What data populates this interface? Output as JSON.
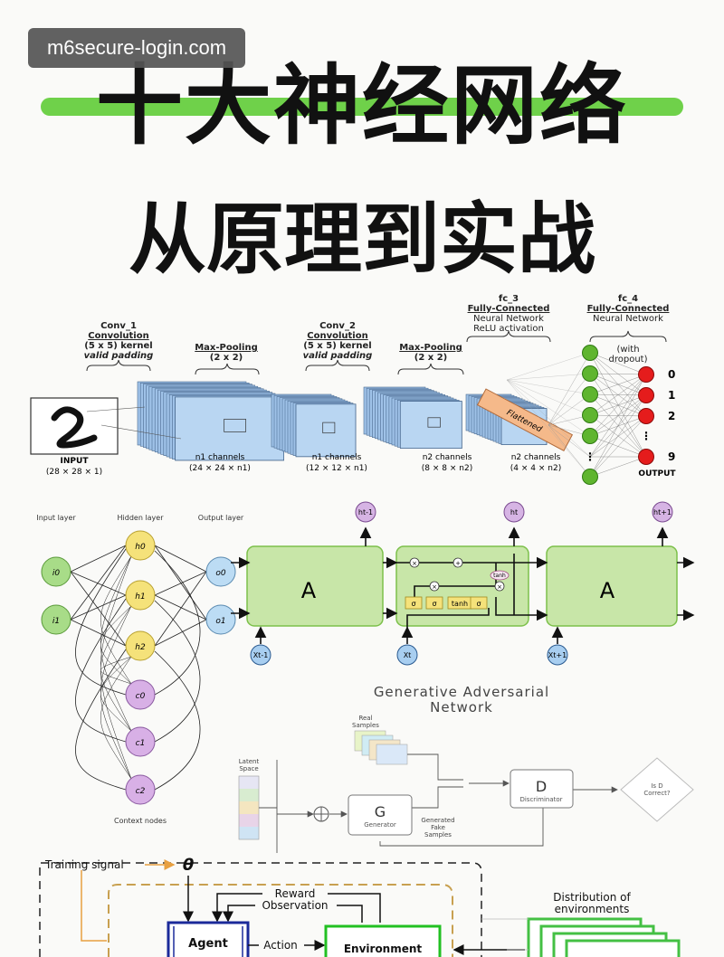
{
  "watermark": "m6secure-login.com",
  "title": {
    "line1": "十大神经网络",
    "line2": "从原理到实战"
  },
  "cnn": {
    "conv1": {
      "name": "Conv_1",
      "sub": "Convolution",
      "kernel": "(5 x 5) kernel",
      "pad": "valid padding"
    },
    "pool1": {
      "name": "Max-Pooling",
      "size": "(2 x 2)"
    },
    "conv2": {
      "name": "Conv_2",
      "sub": "Convolution",
      "kernel": "(5 x 5) kernel",
      "pad": "valid padding"
    },
    "pool2": {
      "name": "Max-Pooling",
      "size": "(2 x 2)"
    },
    "fc3": {
      "name": "fc_3",
      "sub": "Fully-Connected",
      "l1": "Neural Network",
      "l2": "ReLU activation"
    },
    "fc4": {
      "name": "fc_4",
      "sub": "Fully-Connected",
      "l1": "Neural Network",
      "dropout1": "(with",
      "dropout2": "dropout)"
    },
    "flattened": "Flattened",
    "input": {
      "label": "INPUT",
      "dims": "(28 × 28 × 1)"
    },
    "stages": [
      {
        "label": "n1 channels",
        "dims": "(24 × 24 × n1)"
      },
      {
        "label": "n1 channels",
        "dims": "(12 × 12 × n1)"
      },
      {
        "label": "n2 channels",
        "dims": "(8 × 8 × n2)"
      },
      {
        "label": "n2 channels",
        "dims": "(4 × 4 × n2)"
      }
    ],
    "outputs": [
      "0",
      "1",
      "2",
      "9"
    ],
    "output_label": "OUTPUT"
  },
  "rnn": {
    "input_layer": "Input layer",
    "hidden_layer": "Hidden layer",
    "output_layer": "Output layer",
    "inputs": [
      "i0",
      "i1"
    ],
    "hidden": [
      "h0",
      "h1",
      "h2"
    ],
    "context": [
      "c0",
      "c1",
      "c2"
    ],
    "outputs": [
      "o0",
      "o1"
    ],
    "context_label": "Context nodes"
  },
  "lstm": {
    "cell_label": "A",
    "h_labels": [
      "ht-1",
      "ht",
      "ht+1"
    ],
    "x_labels": [
      "Xt-1",
      "Xt",
      "Xt+1"
    ],
    "gates": [
      "σ",
      "σ",
      "tanh",
      "σ"
    ],
    "tanh_label": "tanh",
    "ops": [
      "×",
      "+",
      "×",
      "×"
    ]
  },
  "gan": {
    "title1": "Generative Adversarial",
    "title2": "Network",
    "real1": "Real",
    "real2": "Samples",
    "latent1": "Latent",
    "latent2": "Space",
    "g": "G",
    "g_sub": "Generator",
    "fake1": "Generated",
    "fake2": "Fake",
    "fake3": "Samples",
    "d": "D",
    "d_sub": "Discriminator",
    "q1": "Is D",
    "q2": "Correct?"
  },
  "rl": {
    "training": "Training signal",
    "theta": "θ",
    "reward": "Reward",
    "observation": "Observation",
    "agent": "Agent",
    "action": "Action",
    "environment": "Environment",
    "dist1": "Distribution of",
    "dist2": "environments"
  },
  "colors": {
    "accent_green": "#6fd14a",
    "lstm_fill": "#c8e6a8",
    "lstm_stroke": "#7cc04a",
    "red_node": "#e51c1c",
    "green_node": "#5fb52f",
    "purple": "#d0a8e0",
    "yellow": "#f5e27a"
  }
}
